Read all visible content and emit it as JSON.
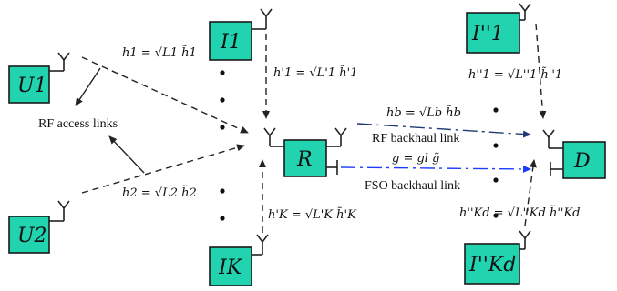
{
  "nodes": {
    "u1": "U1",
    "u2": "U2",
    "i1": "I1",
    "ik": "IK",
    "r": "R",
    "i1pp": "I''1",
    "ikd": "I''Kd",
    "d": "D"
  },
  "equations": {
    "h1": "h1 = √L1 h̃1",
    "h2": "h2 = √L2 h̃2",
    "hp1": "h'1 = √L'1 h̃'1",
    "hpk": "h'K = √L'K h̃'K",
    "hb": "hb = √Lb h̃b",
    "g": "g = gl g̃",
    "hpp1": "h''1 = √L''1 h̃''1",
    "hppkd": "h''Kd = √L''Kd h̃''Kd"
  },
  "labels": {
    "rf_access": "RF access links",
    "rf_backhaul": "RF backhaul link",
    "fso_backhaul": "FSO backhaul link"
  },
  "colors": {
    "node_fill": "#22d3b0",
    "rf_backhaul_line": "#1f3b73",
    "fso_backhaul_line": "#1e3cff"
  }
}
